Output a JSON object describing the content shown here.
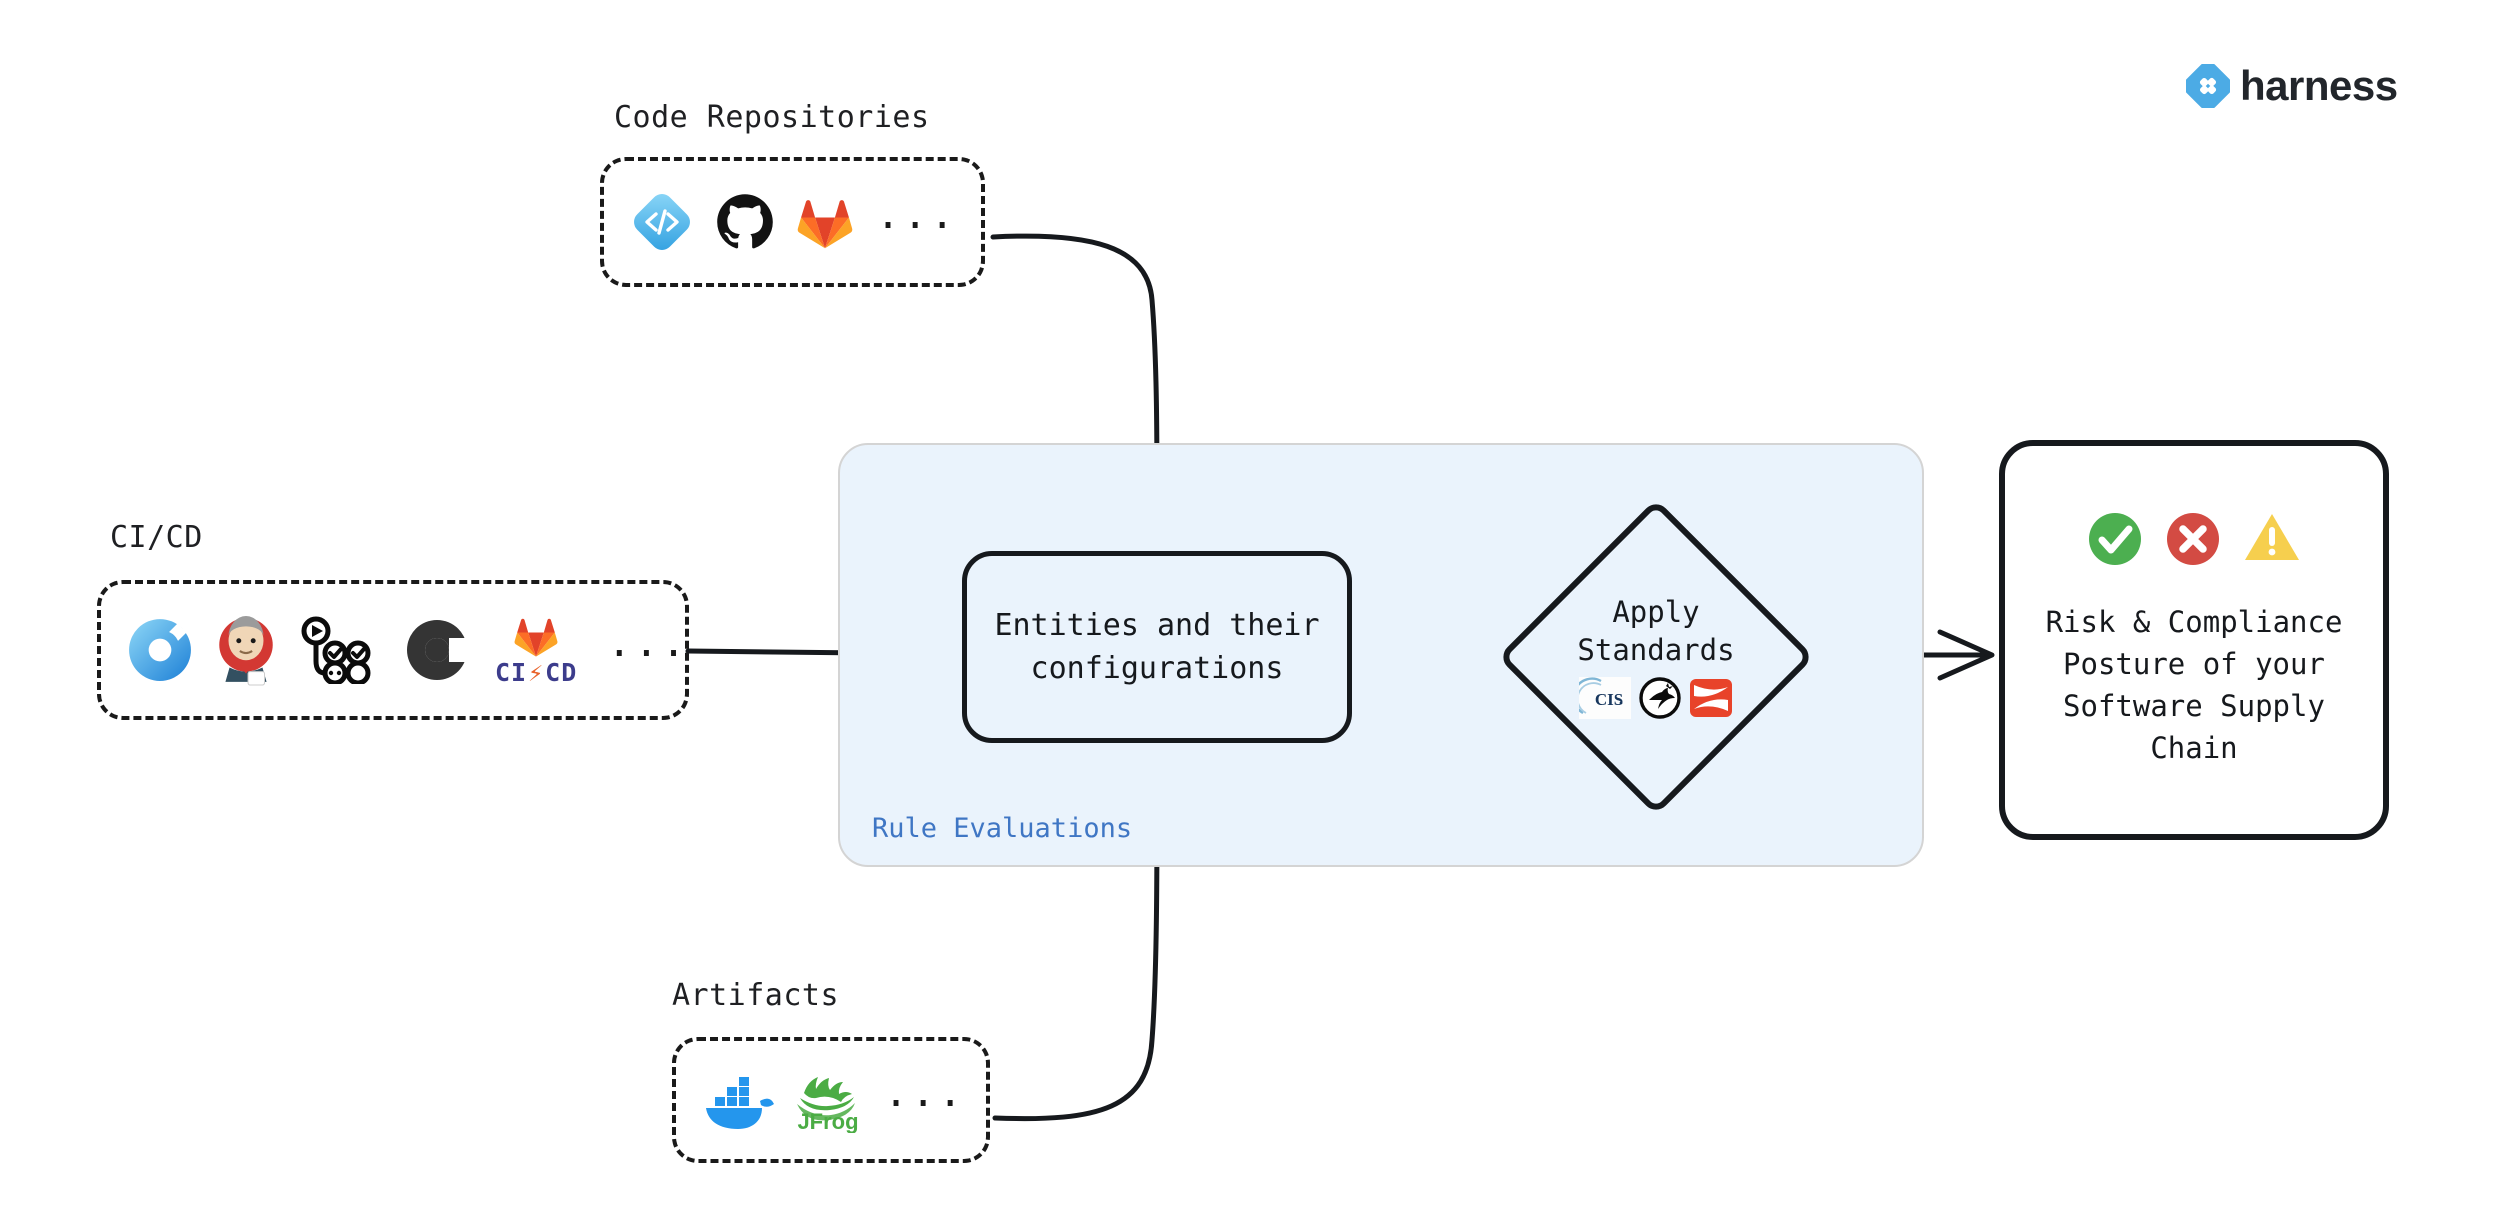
{
  "brand": {
    "name": "harness",
    "logo_icon": "harness-diamond-icon",
    "accent_color": "#4cabe5"
  },
  "groups": [
    {
      "id": "code-repositories",
      "label": "Code Repositories",
      "ellipsis": "...",
      "icons": [
        "harness-code-icon",
        "github-icon",
        "gitlab-icon"
      ]
    },
    {
      "id": "cicd",
      "label": "CI/CD",
      "ellipsis": "...",
      "icons": [
        "drone-ci-icon",
        "jenkins-icon",
        "github-actions-icon",
        "circleci-icon",
        "gitlab-cicd-icon"
      ]
    },
    {
      "id": "artifacts",
      "label": "Artifacts",
      "ellipsis": "...",
      "icons": [
        "docker-icon",
        "jfrog-icon"
      ]
    }
  ],
  "rule_panel": {
    "label": "Rule Evaluations",
    "label_color": "#3f76c4",
    "background_color": "#eaf3fc",
    "border_color": "#d4d4d4"
  },
  "entities": {
    "text": "Entities and their\nconfigurations"
  },
  "standards": {
    "text": "Apply\nStandards",
    "icons": [
      "cis-icon",
      "nist-icon",
      "slsa-icon"
    ]
  },
  "outcome": {
    "text": "Risk & Compliance\nPosture of your\nSoftware Supply\nChain",
    "status_icons": [
      {
        "name": "check-circle-icon",
        "color": "#4caf50"
      },
      {
        "name": "error-circle-icon",
        "color": "#d34b43"
      },
      {
        "name": "warning-triangle-icon",
        "color": "#f6cf4e"
      }
    ]
  },
  "connectors": [
    {
      "name": "code-repositories-to-entities",
      "type": "curved-arrow"
    },
    {
      "name": "cicd-to-entities",
      "type": "straight-arrow"
    },
    {
      "name": "artifacts-to-entities",
      "type": "curved-arrow"
    },
    {
      "name": "entities-to-standards",
      "type": "straight-arrow"
    },
    {
      "name": "standards-to-outcome",
      "type": "straight-arrow"
    }
  ]
}
